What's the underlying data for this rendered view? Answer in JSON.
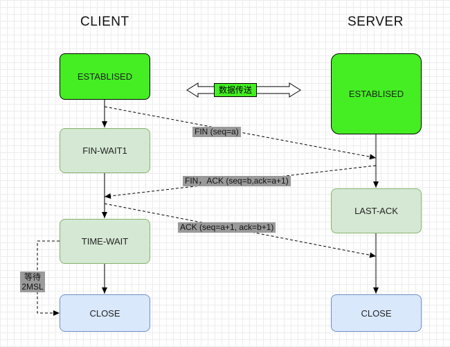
{
  "headings": {
    "client": "CLIENT",
    "server": "SERVER"
  },
  "client_states": {
    "established": "ESTABLISED",
    "fin_wait1": "FIN-WAIT1",
    "time_wait": "TIME-WAIT",
    "close": "CLOSE"
  },
  "server_states": {
    "established": "ESTABLISED",
    "last_ack": "LAST-ACK",
    "close": "CLOSE"
  },
  "transfer_label": "数据传送",
  "messages": {
    "fin": "FIN (seq=a)",
    "fin_ack": "FIN，ACK (seq=b,ack=a+1)",
    "ack": "ACK (seq=a+1, ack=b+1)"
  },
  "wait_label": {
    "line1": "等待",
    "line2": "2MSL"
  },
  "colors": {
    "active": "#44ee22",
    "pending_fill": "#d5e8d4",
    "pending_border": "#82b366",
    "final_fill": "#dae8fc",
    "final_border": "#6c8ebf",
    "label_gray": "#9a9a9a"
  }
}
